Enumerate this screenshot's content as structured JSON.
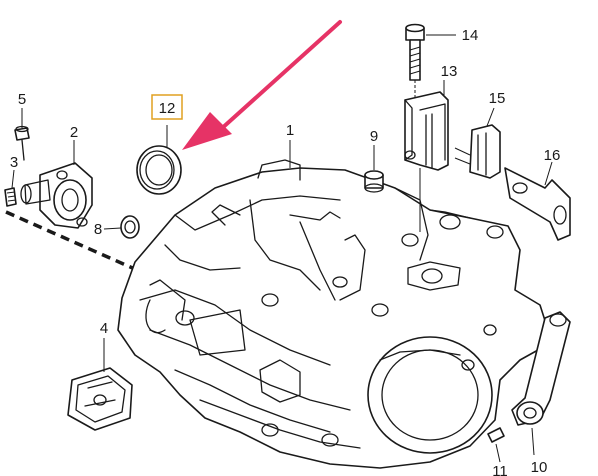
{
  "diagram": {
    "labels": {
      "p1": "1",
      "p2": "2",
      "p3": "3",
      "p4": "4",
      "p5": "5",
      "p8": "8",
      "p9": "9",
      "p10": "10",
      "p11": "11",
      "p12": "12",
      "p13": "13",
      "p14": "14",
      "p15": "15",
      "p16": "16"
    },
    "highlight_color": "#e63366",
    "box_color": "#e0a020",
    "line_color": "#1a1a1a"
  }
}
